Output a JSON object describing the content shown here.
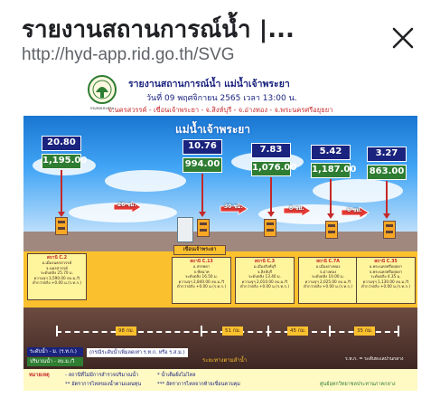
{
  "browser": {
    "title": "รายงานสถานการณ์น้ำ |...",
    "url": "http://hyd-app.rid.go.th/SVG"
  },
  "report": {
    "emblem_caption": "กรมชลประทาน",
    "title": "รายงานสถานการณ์น้ำ แม่น้ำเจ้าพระยา",
    "date": "วันที่ 09 พฤศจิกายน 2565 เวลา 13:00 น.",
    "stations_line": "จ.นครสวรรค์ - เขื่อนเจ้าพระยา - จ.สิงห์บุรี - จ.อ่างทอง - จ.พระนครศรีอยุธยา",
    "river_name": "แม่น้ำเจ้าพระยา",
    "dam_label": "เขื่อนเจ้าพระยา",
    "stations": [
      {
        "level": "20.80",
        "flow": "1,195.00",
        "code": "สถานี C.2",
        "lines": [
          "อ.เมืองนครสวรรค์",
          "จ.นครสวรรค์",
          "ระดับตลิ่ง 25.70 ม.",
          "ความจุฯ 3,590.00 ลบ.ม./วิ",
          "ต่ำกว่าตลิ่ง +0.00 ม.(ร.ท.ก.)"
        ]
      },
      {
        "level": "10.76",
        "flow": "994.00",
        "code": "สถานี C.13",
        "lines": [
          "อ.สรรพยา",
          "จ.ชัยนาท",
          "ระดับตลิ่ง 16.50 ม.",
          "ความจุฯ 2,840.00 ลบ.ม./วิ",
          "ต่ำกว่าตลิ่ง +0.00 ม.(ร.ท.ก.)"
        ]
      },
      {
        "level": "7.83",
        "flow": "1,076.00",
        "code": "สถานี C.3",
        "lines": [
          "อ.เมืองสิงห์บุรี",
          "จ.สิงห์บุรี",
          "ระดับตลิ่ง 13.40 ม.",
          "ความจุฯ 2,010.00 ลบ.ม./วิ",
          "ต่ำกว่าตลิ่ง +0.00 ม.(ร.ท.ก.)"
        ]
      },
      {
        "level": "5.42",
        "flow": "1,187.00",
        "code": "สถานี C.7A",
        "lines": [
          "อ.เมืองอ่างทอง",
          "จ.อ่างทอง",
          "ระดับตลิ่ง 10.00 ม.",
          "ความจุฯ 2,025.00 ลบ.ม./วิ",
          "ต่ำกว่าตลิ่ง +0.00 ม.(ร.ท.ก.)"
        ]
      },
      {
        "level": "3.27",
        "flow": "863.00",
        "code": "สถานี C.35",
        "lines": [
          "อ.พระนครศรีอยุธยา",
          "จ.พระนครศรีอยุธยา",
          "ระดับตลิ่ง 4.35 ม.",
          "ความจุฯ 1,130.00 ลบ.ม./วิ",
          "ต่ำกว่าตลิ่ง +0.00 ม.(ร.ท.ก.)"
        ]
      }
    ],
    "travel_times": [
      "26 ชม.",
      "30 ชม.",
      "8 ชม.",
      "6 ชม."
    ],
    "distances": [
      "98 กม.",
      "51 กม.",
      "45 กม.",
      "35 กม."
    ],
    "legend_level": "ระดับน้ำ - ม. (ร.ท.ก.)",
    "legend_flow": "ปริมาณน้ำ - ลบ.ม./วิ",
    "legend_note": "(กรณีระดับน้ำเพิ่มลดเท่า ร.ท.ก. หรือ ร.ส.ม.)",
    "water_route": "ระยะทางตามลำน้ำ",
    "rtk_note": "ร.ท.ก. = ระดับทะเลปานกลาง",
    "footer": {
      "remark": "หมายเหตุ",
      "note1": "- สถานีที่ไม่มีการสำรวจปริมาณน้ำ",
      "note2": "* น้ำเต็มฝั่งไม่ไหล",
      "note3": "** อัตราการไหลของน้ำตามแผนทุน",
      "note4": "*** อัตราการไหลจากท้ายเขื่อนควบคุม",
      "center": "ศูนย์อุทกวิทยาชลประทานภาคกลาง"
    }
  },
  "colors": {
    "level_box": "#1a237e",
    "flow_box": "#2e7d32",
    "arrow": "#e53935",
    "card": "#fff59d"
  }
}
